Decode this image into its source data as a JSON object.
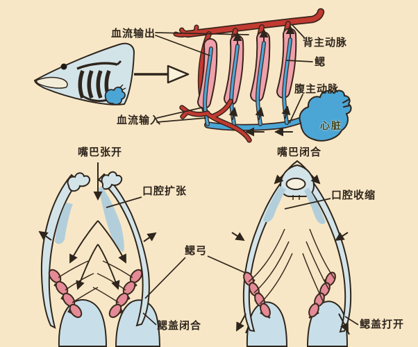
{
  "figure": {
    "circulation": {
      "blood_flow_out": "血流输出",
      "dorsal_aorta": "背主动脉",
      "gill": "鳃",
      "ventral_aorta": "腹主动脉",
      "heart": "心脏",
      "blood_flow_in": "血流输入"
    },
    "mouth_open_panel": {
      "title": "嘴巴张开",
      "oral_cavity": "口腔扩张",
      "gill_arch": "鳃弓",
      "gill_cover": "鳃盖闭合"
    },
    "mouth_closed_panel": {
      "title": "嘴巴闭合",
      "oral_cavity": "口腔收缩",
      "gill_cover": "鳃盖打开"
    }
  },
  "colors": {
    "background": "#f8e7c6",
    "artery_red": "#c23a31",
    "gill_pink": "#efa0ab",
    "gill_arch_pink": "#e58a97",
    "vein_blue": "#4ba6d6",
    "fish_body_blue": "#d3e4e9",
    "body_shade_blue": "#b2cedb",
    "throat_blue": "#c8dfe9",
    "outline_dark": "#2e251c",
    "paper_white": "#f7f0df"
  }
}
